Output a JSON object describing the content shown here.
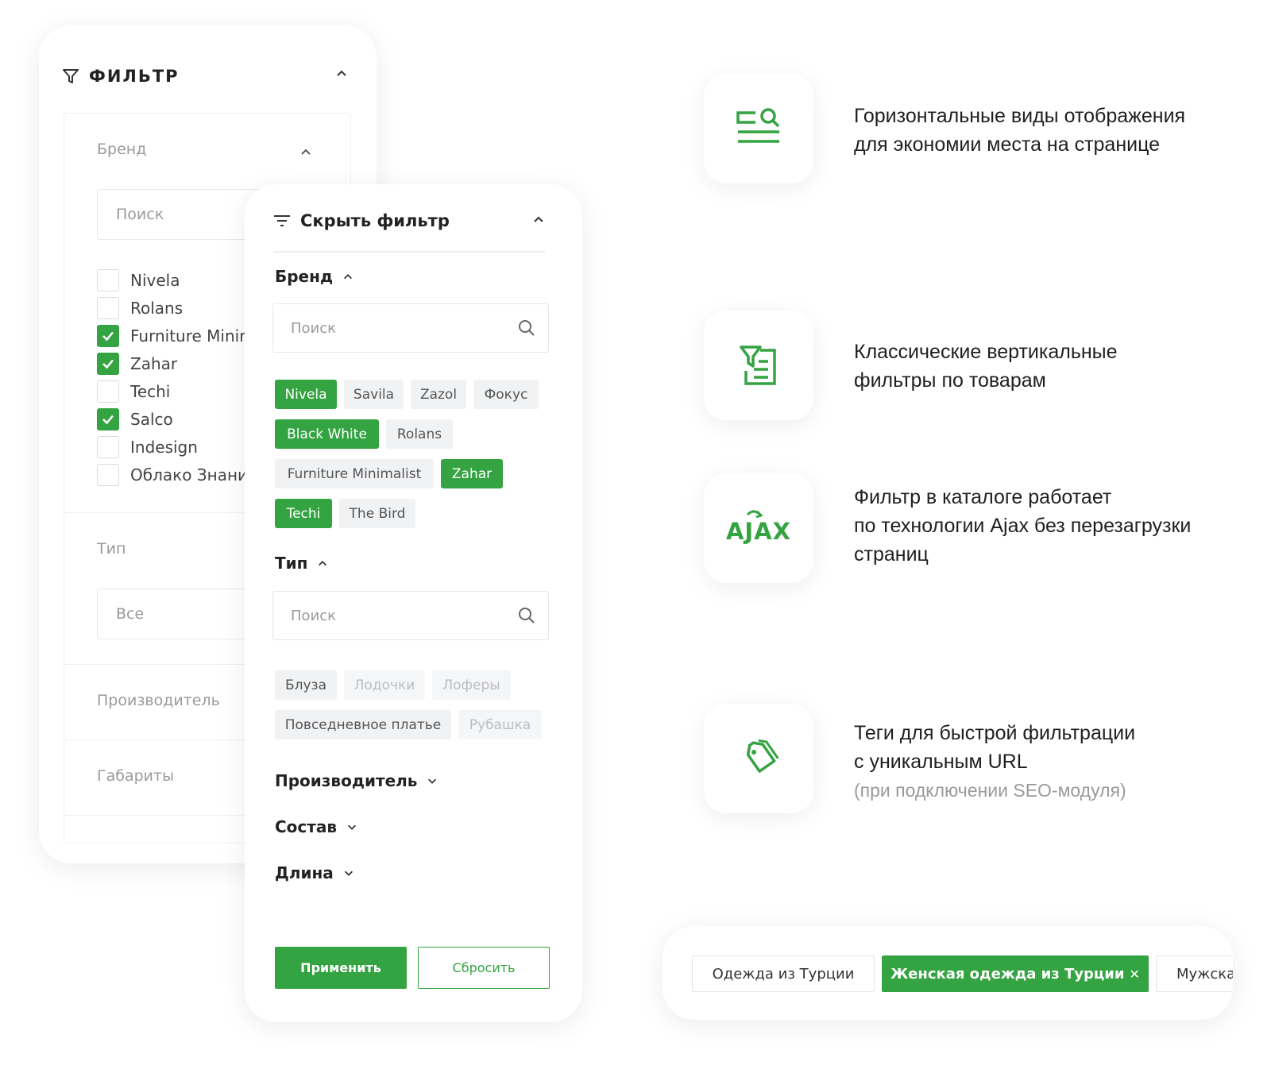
{
  "back_filter": {
    "title": "ФИЛЬТР",
    "brand": {
      "label": "Бренд",
      "search_placeholder": "Поиск",
      "options": [
        {
          "label": "Nivela",
          "checked": false
        },
        {
          "label": "Rolans",
          "checked": false
        },
        {
          "label": "Furniture Minir",
          "checked": true
        },
        {
          "label": "Zahar",
          "checked": true
        },
        {
          "label": "Techi",
          "checked": false
        },
        {
          "label": "Salco",
          "checked": true
        },
        {
          "label": "Indesign",
          "checked": false
        },
        {
          "label": "Облако Знани",
          "checked": false
        }
      ]
    },
    "type": {
      "label": "Тип",
      "value": "Все"
    },
    "manufacturer_label": "Производитель",
    "dimensions_label": "Габариты"
  },
  "front_filter": {
    "title": "Скрыть фильтр",
    "brand": {
      "label": "Бренд",
      "search_placeholder": "Поиск",
      "chips": [
        {
          "label": "Nivela",
          "state": "on"
        },
        {
          "label": "Savila",
          "state": "off"
        },
        {
          "label": "Zazol",
          "state": "off"
        },
        {
          "label": "Фокус",
          "state": "off"
        },
        {
          "label": "Black White",
          "state": "on"
        },
        {
          "label": "Rolans",
          "state": "off"
        },
        {
          "label": "Furniture Minimalist",
          "state": "off"
        },
        {
          "label": "Zahar",
          "state": "on"
        },
        {
          "label": "Techi",
          "state": "on"
        },
        {
          "label": "The Bird",
          "state": "off"
        }
      ]
    },
    "type": {
      "label": "Тип",
      "search_placeholder": "Поиск",
      "chips": [
        {
          "label": "Блуза",
          "state": "off"
        },
        {
          "label": "Лодочки",
          "state": "dim"
        },
        {
          "label": "Лоферы",
          "state": "dim"
        },
        {
          "label": "Повседневное платье",
          "state": "off"
        },
        {
          "label": "Рубашка",
          "state": "dim"
        }
      ]
    },
    "collapsed_sections": [
      "Производитель",
      "Состав",
      "Длина"
    ],
    "apply_label": "Применить",
    "reset_label": "Сбросить"
  },
  "features": [
    {
      "icon": "horizontal-view-icon",
      "lines": [
        "Горизонтальные виды отображения",
        "для экономии места на странице"
      ]
    },
    {
      "icon": "vertical-filter-icon",
      "lines": [
        "Классические вертикальные",
        "фильтры по товарам"
      ]
    },
    {
      "icon": "ajax-icon",
      "icon_text": "AJAX",
      "lines": [
        "Фильтр в каталоге работает",
        "по технологии Ajax без перезагрузки",
        "страниц"
      ]
    },
    {
      "icon": "tag-icon",
      "lines": [
        "Теги для быстрой фильтрации",
        "с уникальным URL"
      ],
      "note": "(при подключении SEO-модуля)"
    }
  ],
  "tags": [
    {
      "label": "Одежда из Турции",
      "active": false
    },
    {
      "label": "Женская одежда из Турции",
      "active": true,
      "close": "✕"
    },
    {
      "label": "Мужска",
      "active": false
    }
  ],
  "colors": {
    "accent": "#34a341",
    "muted_text": "#9a9a9a"
  }
}
